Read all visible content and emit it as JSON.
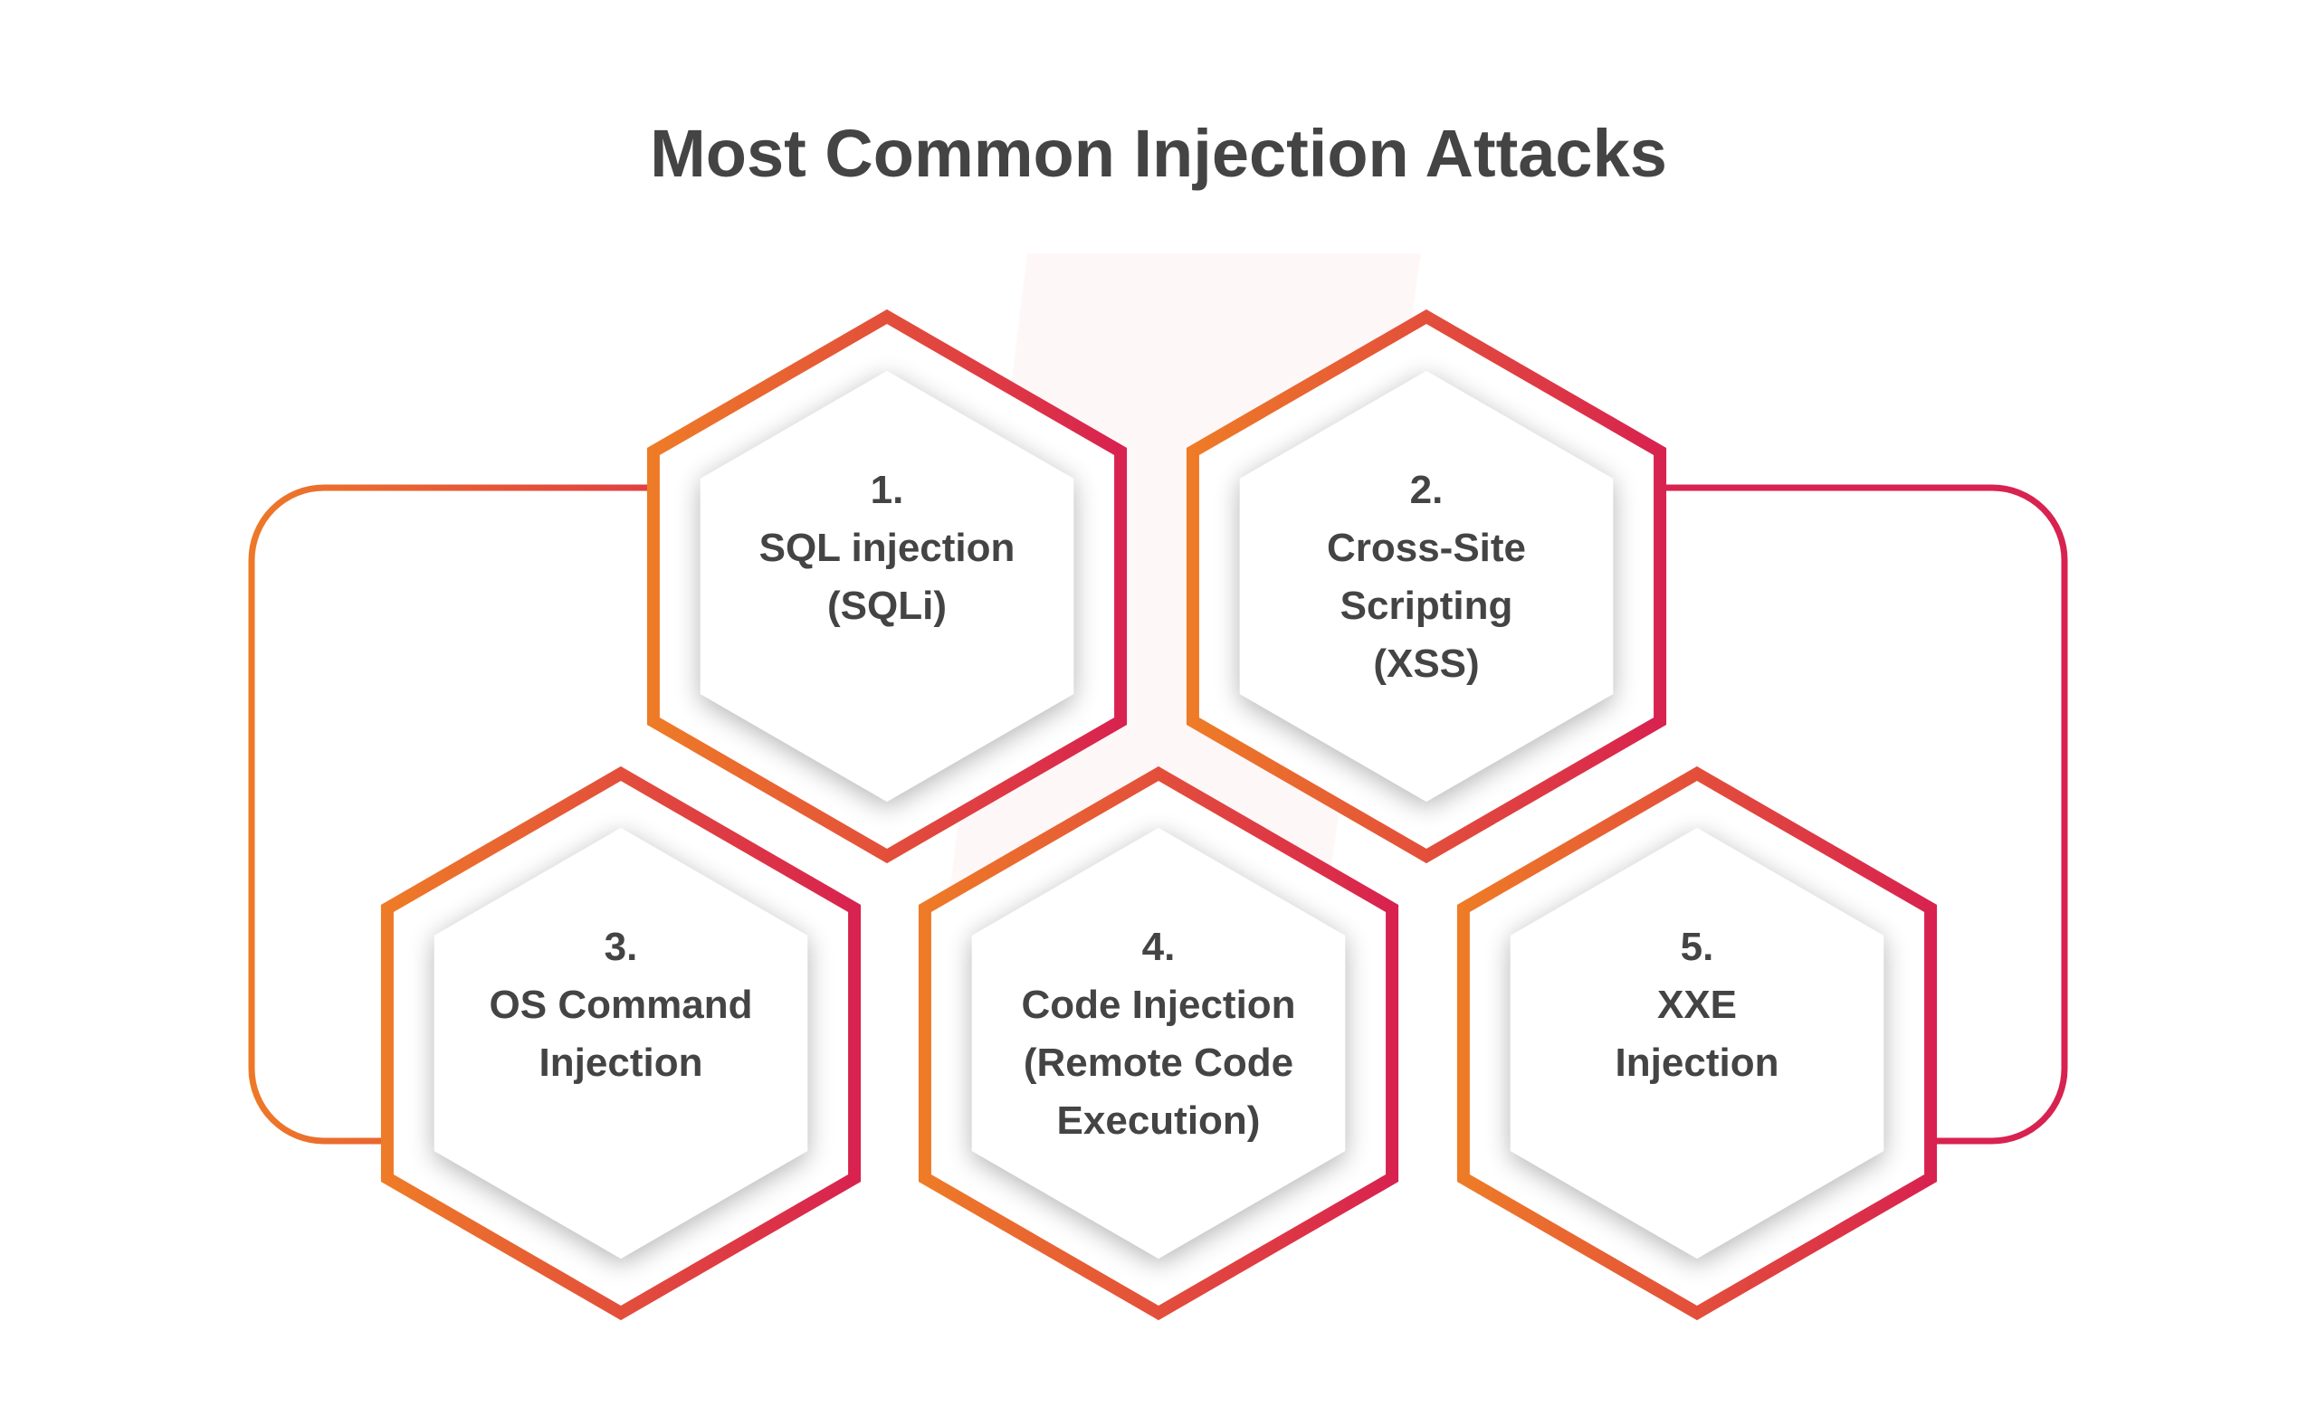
{
  "title": "Most Common Injection Attacks",
  "colors": {
    "orange": "#EE7B27",
    "red": "#D8224F",
    "text": "#444444"
  },
  "items": [
    {
      "lines": [
        "1.",
        "SQL injection",
        "(SQLi)"
      ]
    },
    {
      "lines": [
        "2.",
        "Cross-Site",
        "Scripting",
        "(XSS)"
      ]
    },
    {
      "lines": [
        "3.",
        "OS Command",
        "Injection"
      ]
    },
    {
      "lines": [
        "4.",
        "Code Injection",
        "(Remote Code",
        "Execution)"
      ]
    },
    {
      "lines": [
        "5.",
        "XXE",
        "Injection"
      ]
    }
  ]
}
